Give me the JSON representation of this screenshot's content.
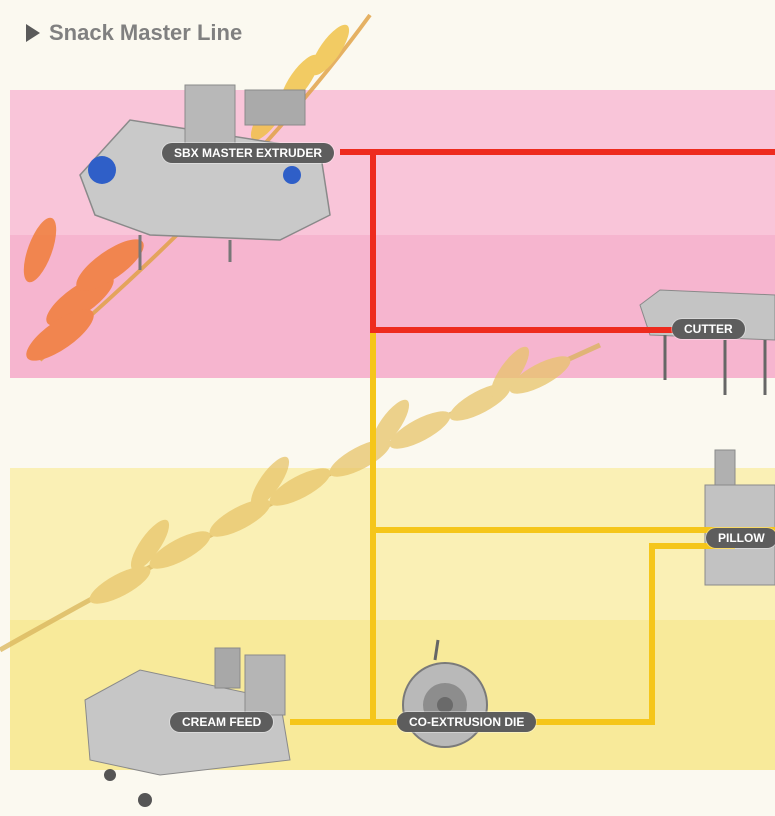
{
  "title": "Snack Master Line",
  "labels": {
    "extruder": "SBX MASTER EXTRUDER",
    "cutter": "CUTTER",
    "pillow": "PILLOW",
    "cream_feed": "CREAM FEED",
    "coextrusion_die": "CO-EXTRUSION DIE"
  },
  "colors": {
    "pink_band": "#f7b3d0",
    "yellow_band": "#f8ec9e",
    "red_line": "#ee2b1e",
    "yellow_line": "#f5c61a",
    "label_bg": "#5d5d5d"
  }
}
